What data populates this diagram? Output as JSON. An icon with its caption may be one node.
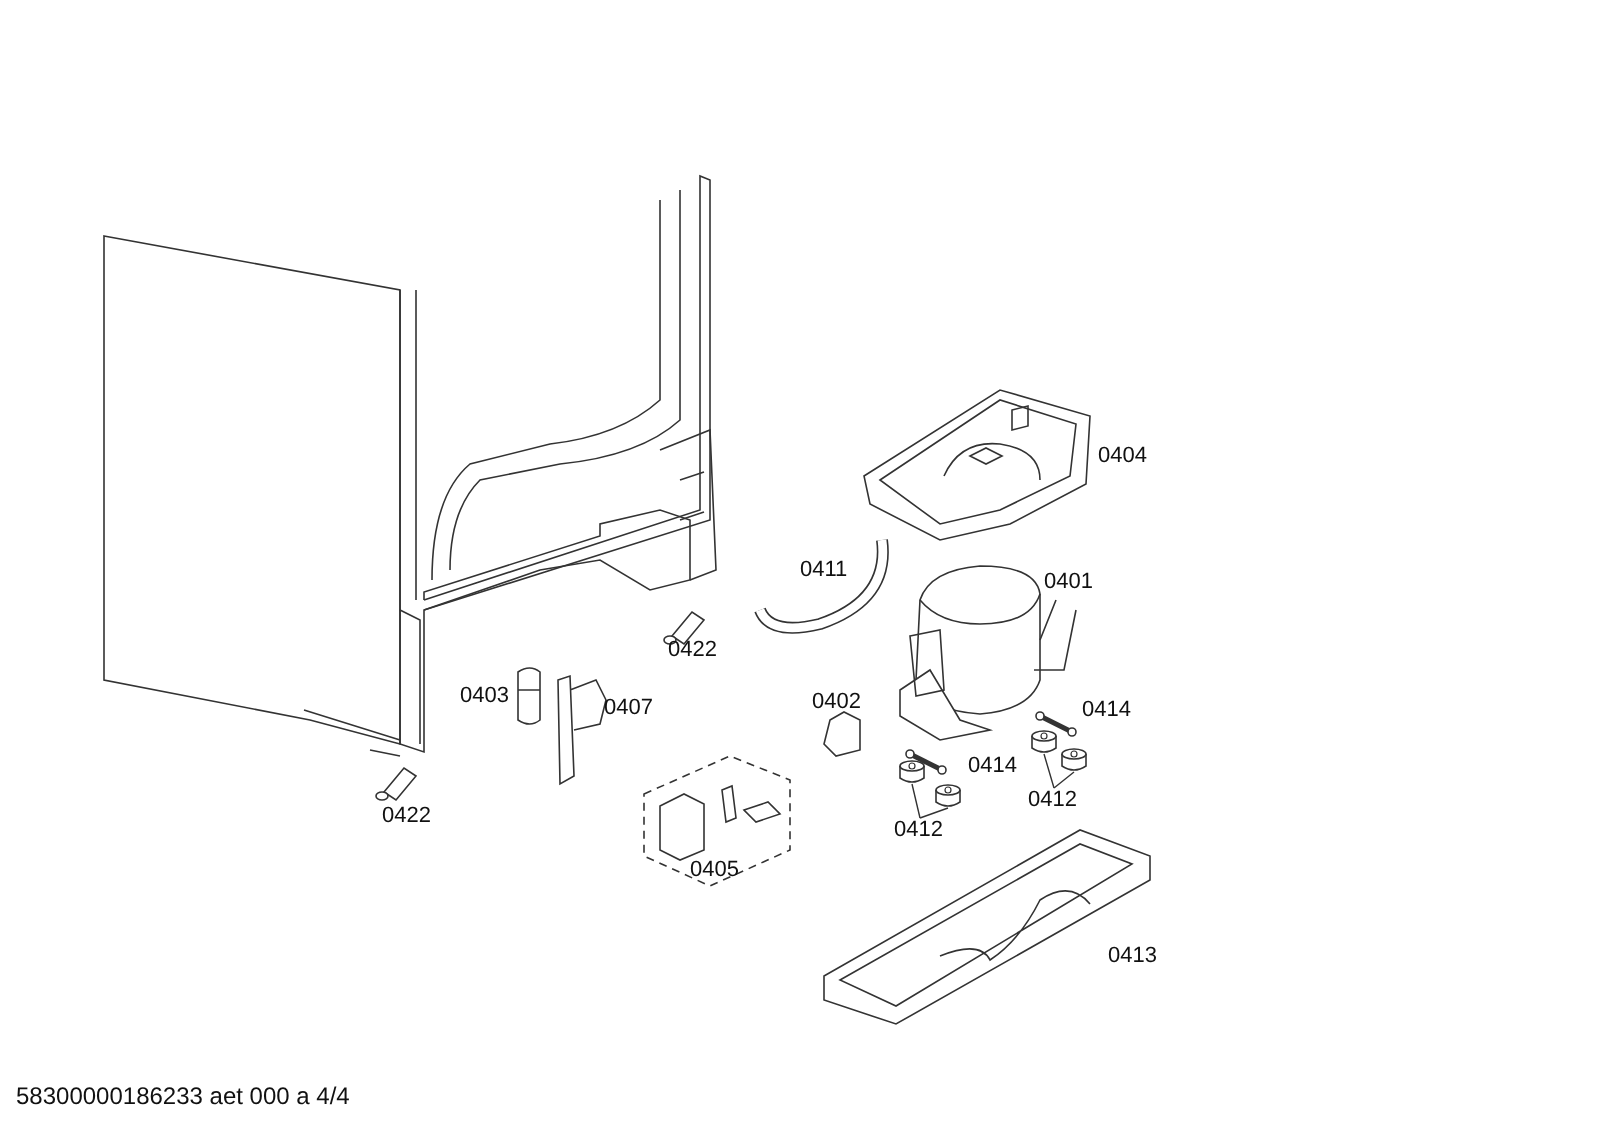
{
  "diagram": {
    "nodes": [
      {
        "text": [
          "0412"
        ]
      },
      {
        "text": [
          "0412"
        ]
      },
      {
        "text": [],
        "shape": "picture"
      },
      {
        "text": [],
        "shape": "picture"
      },
      {
        "text": [],
        "shape": "picture"
      },
      {
        "text": [],
        "shape": "picture"
      }
    ],
    "edges": [
      {
        "from": 0,
        "to": 2,
        "arrow": "none"
      },
      {
        "from": 0,
        "to": 3,
        "arrow": "none"
      },
      {
        "from": 1,
        "to": 4,
        "arrow": "none"
      },
      {
        "from": 1,
        "to": 5,
        "arrow": "none"
      }
    ],
    "labels": [
      "0404",
      "0411",
      "0401",
      "0422",
      "0403",
      "0407",
      "0402",
      "0414",
      "0414",
      "0422",
      "0405",
      "0413",
      "58300000186233 aet 000 a 4/4"
    ]
  }
}
